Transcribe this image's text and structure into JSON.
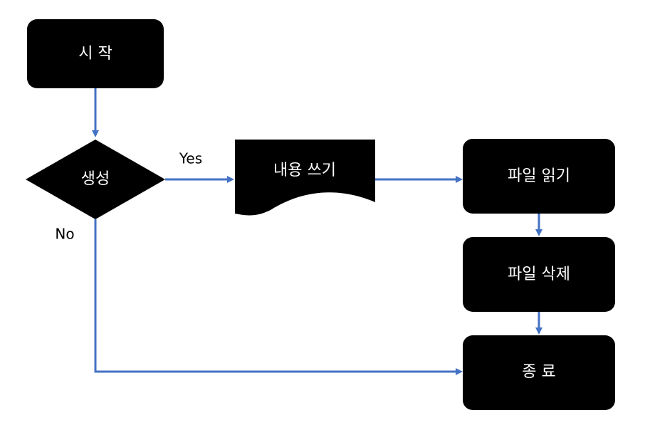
{
  "colors": {
    "node_fill": "#000000",
    "node_text": "#ffffff",
    "connector": "#4472C4",
    "background": "#ffffff"
  },
  "nodes": {
    "start": "시 작",
    "decision": "생성",
    "write": "내용 쓰기",
    "read": "파일 읽기",
    "delete": "파일 삭제",
    "end": "종 료"
  },
  "edges": {
    "yes": "Yes",
    "no": "No"
  }
}
